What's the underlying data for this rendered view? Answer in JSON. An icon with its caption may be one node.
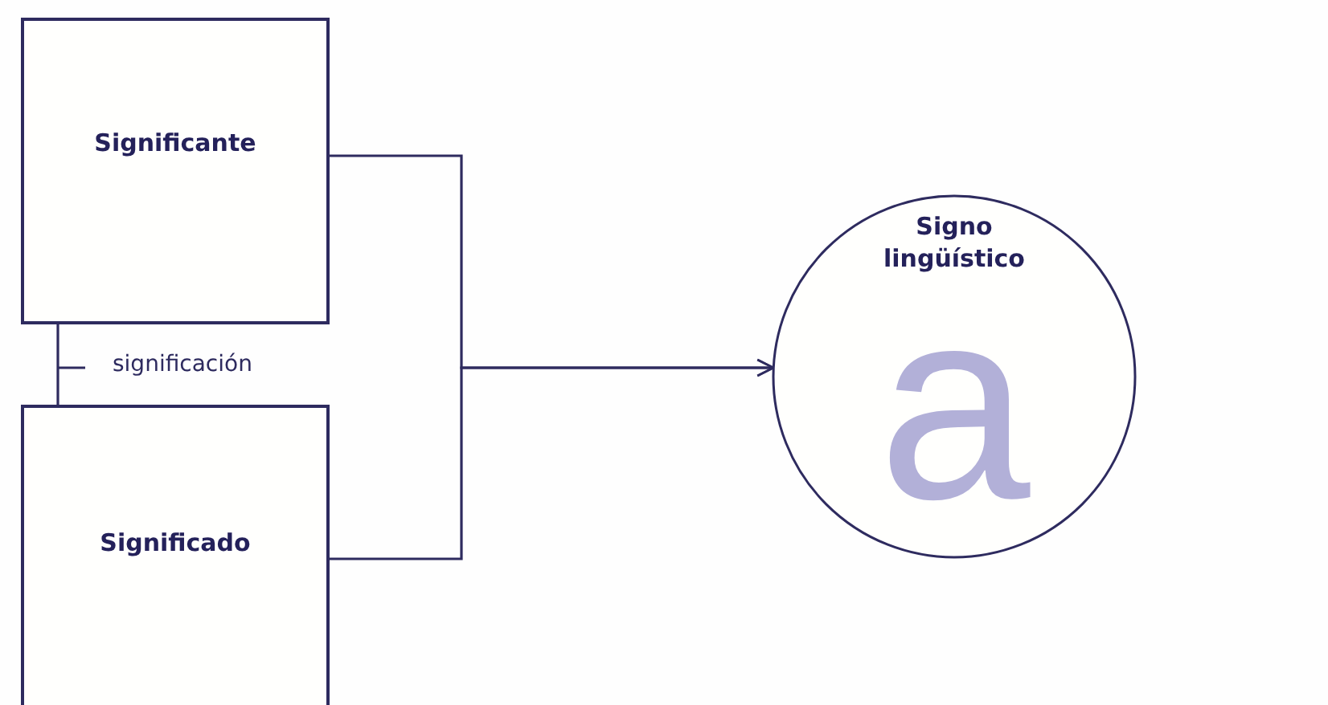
{
  "diagram": {
    "nodes": [
      {
        "text": [
          "Significante"
        ]
      },
      {
        "text": [
          "Significado"
        ]
      },
      {
        "text": [
          "Signo lingüístico",
          "a"
        ]
      }
    ],
    "edges": [
      {
        "from": 0,
        "to": 1,
        "arrow": "none",
        "label": "significación"
      },
      {
        "from": 0,
        "to": 2,
        "arrow": "to"
      },
      {
        "from": 1,
        "to": 2,
        "arrow": "to"
      }
    ]
  }
}
